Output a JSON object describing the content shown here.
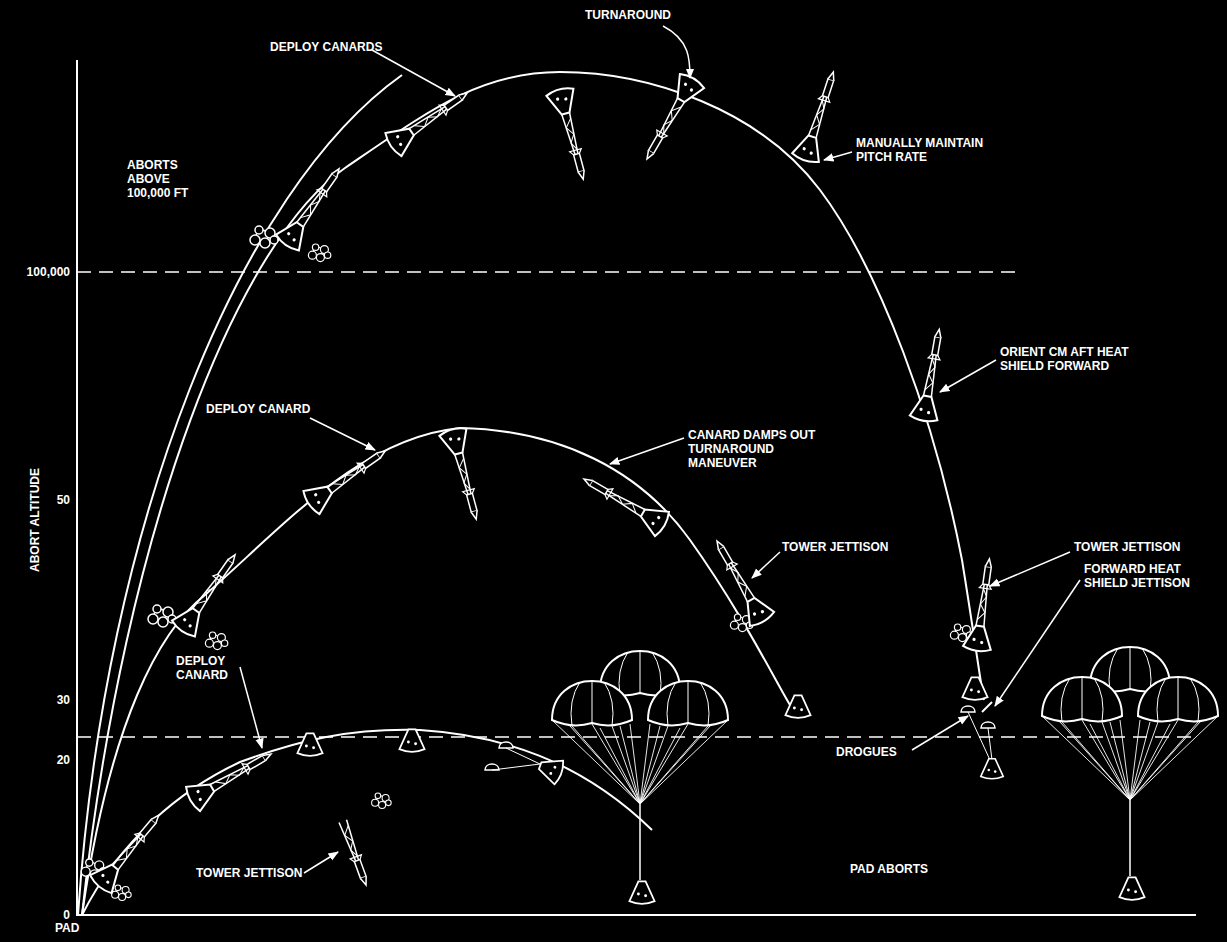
{
  "diagram": {
    "labels": [
      "TURNAROUND",
      "DEPLOY CANARDS",
      "MANUALLY MAINTAIN PITCH RATE",
      "ABORTS ABOVE 100,000 FT",
      "100,000",
      "ORIENT CM AFT HEAT SHIELD FORWARD",
      "DEPLOY CANARD",
      "CANARD DAMPS OUT TURNAROUND MANEUVER",
      "ABORT ALTITUDE",
      "50",
      "TOWER JETTISON",
      "TOWER JETTISON",
      "FORWARD HEAT SHIELD JETTISON",
      "30",
      "DEPLOY CANARD",
      "20",
      "DROGUES",
      "TOWER JETTISON",
      "PAD ABORTS",
      "0",
      "PAD"
    ]
  }
}
